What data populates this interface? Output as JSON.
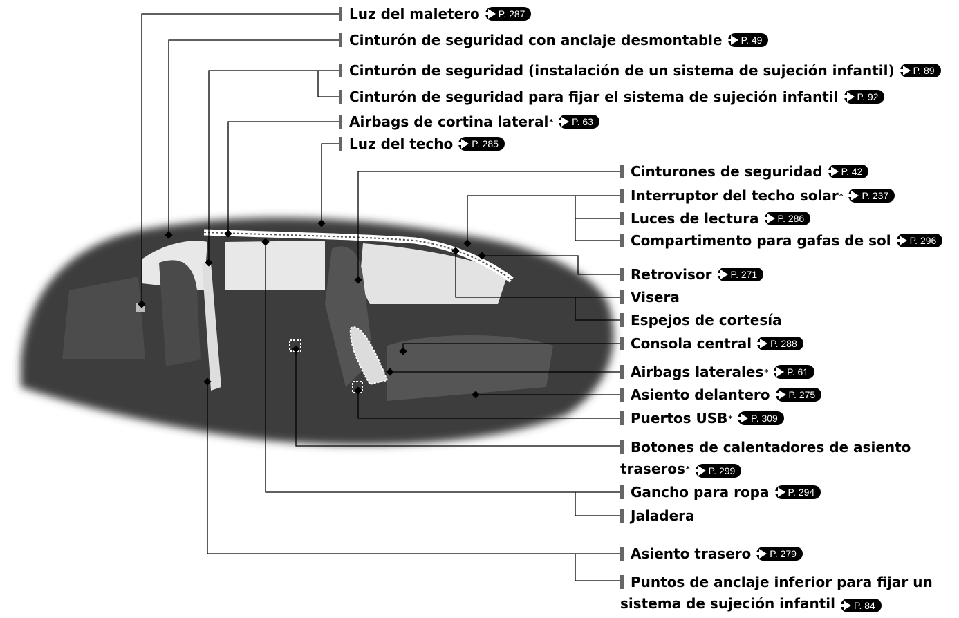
{
  "callouts": [
    {
      "id": "luz-maletero",
      "text": "Luz del maletero",
      "star": false,
      "ref": "P. 287"
    },
    {
      "id": "cinturon-anclaje",
      "text": "Cinturón de seguridad con anclaje desmontable",
      "star": false,
      "ref": "P. 49"
    },
    {
      "id": "cinturon-instalacion",
      "text": "Cinturón de seguridad (instalación de un sistema de sujeción infantil)",
      "star": false,
      "ref": "P. 89"
    },
    {
      "id": "cinturon-fijar",
      "text": "Cinturón de seguridad para fijar el sistema de sujeción infantil",
      "star": false,
      "ref": "P. 92"
    },
    {
      "id": "airbags-cortina",
      "text": "Airbags de cortina lateral",
      "star": true,
      "ref": "P. 63"
    },
    {
      "id": "luz-techo",
      "text": "Luz del techo",
      "star": false,
      "ref": "P. 285"
    },
    {
      "id": "cinturones",
      "text": "Cinturones de seguridad",
      "star": false,
      "ref": "P. 42"
    },
    {
      "id": "interruptor-techo",
      "text": "Interruptor del techo solar",
      "star": true,
      "ref": "P. 237"
    },
    {
      "id": "luces-lectura",
      "text": "Luces de lectura",
      "star": false,
      "ref": "P. 286"
    },
    {
      "id": "compartimento-gafas",
      "text": "Compartimento para gafas de sol",
      "star": false,
      "ref": "P. 296"
    },
    {
      "id": "retrovisor",
      "text": "Retrovisor",
      "star": false,
      "ref": "P. 271"
    },
    {
      "id": "visera",
      "text": "Visera",
      "star": false,
      "ref": ""
    },
    {
      "id": "espejos",
      "text": "Espejos de cortesía",
      "star": false,
      "ref": ""
    },
    {
      "id": "consola",
      "text": "Consola central",
      "star": false,
      "ref": "P. 288"
    },
    {
      "id": "airbags-laterales",
      "text": "Airbags laterales",
      "star": true,
      "ref": "P. 61"
    },
    {
      "id": "asiento-delantero",
      "text": "Asiento delantero",
      "star": false,
      "ref": "P. 275"
    },
    {
      "id": "usb",
      "text": "Puertos USB",
      "star": true,
      "ref": "P. 309"
    },
    {
      "id": "calentadores",
      "text": "Botones de calentadores de asiento traseros",
      "star": true,
      "ref": "P. 299"
    },
    {
      "id": "gancho",
      "text": "Gancho para ropa",
      "star": false,
      "ref": "P. 294"
    },
    {
      "id": "jaladera",
      "text": "Jaladera",
      "star": false,
      "ref": ""
    },
    {
      "id": "asiento-trasero",
      "text": "Asiento trasero",
      "star": false,
      "ref": "P. 279"
    },
    {
      "id": "puntos-anclaje",
      "text": "Puntos de anclaje inferior para fijar un sistema de sujeción infantil",
      "star": false,
      "ref": "P. 84"
    }
  ],
  "colors": {
    "leader": "#000000",
    "bar": "#666666",
    "badge": "#000000",
    "interior_dark": "#3b3b3b",
    "interior_mid": "#5a5a5a",
    "glass": "#e6e6e6"
  }
}
